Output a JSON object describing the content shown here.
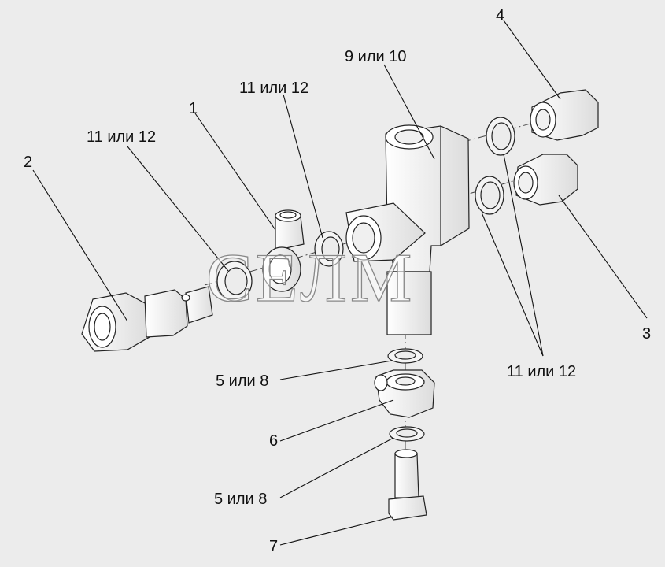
{
  "watermark": "СЕЛМ",
  "callouts": {
    "c1": "1",
    "c2": "2",
    "c3": "3",
    "c4": "4",
    "c5a": "5 или 8",
    "c5b": "5 или 8",
    "c6": "6",
    "c7": "7",
    "c9": "9 или 10",
    "c11a": "11 или 12",
    "c11b": "11 или 12",
    "c11c": "11 или 12"
  },
  "colors": {
    "background": "#ececec",
    "part_fill": "#ffffff",
    "line": "#222222"
  }
}
